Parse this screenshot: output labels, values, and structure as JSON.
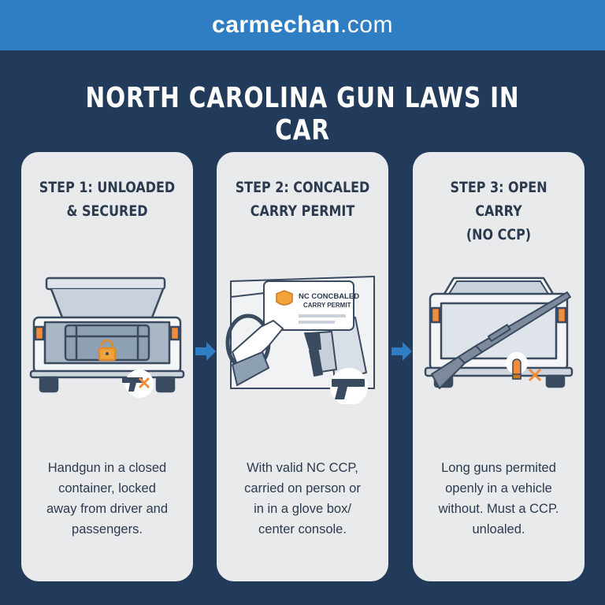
{
  "header": {
    "site_prefix": "carmechan",
    "site_suffix": ".com"
  },
  "title": "NORTH CAROLINA GUN LAWS IN CAR",
  "steps": [
    {
      "title_line1": "STEP 1: UNLOADED",
      "title_line2": "& SECURED",
      "desc_lines": [
        "Handgun in a closed",
        "container, locked",
        "away from driver and",
        "passengers."
      ]
    },
    {
      "title_line1": "STEP 2: CONCALED",
      "title_line2": "CARRY PERMIT",
      "permit_line1": "NC CONCBALED",
      "permit_line2": "CARRY PERMIT",
      "desc_lines": [
        "With valid NC CCP,",
        "carried on person or",
        "in in a glove box/",
        "center console."
      ]
    },
    {
      "title_line1": "STEP 3: OPEN CARRY",
      "title_line2": "(NO CCP)",
      "desc_lines": [
        "Long guns permited",
        "openly in a vehicle",
        "without. Must a CCP.",
        "unloaled."
      ]
    }
  ],
  "colors": {
    "background": "#233b5b",
    "banner": "#2f7ec4",
    "card": "#e9eaec",
    "accent_orange": "#f28b3a",
    "arrow": "#2f7ec4",
    "ink": "#2b3a4e"
  }
}
